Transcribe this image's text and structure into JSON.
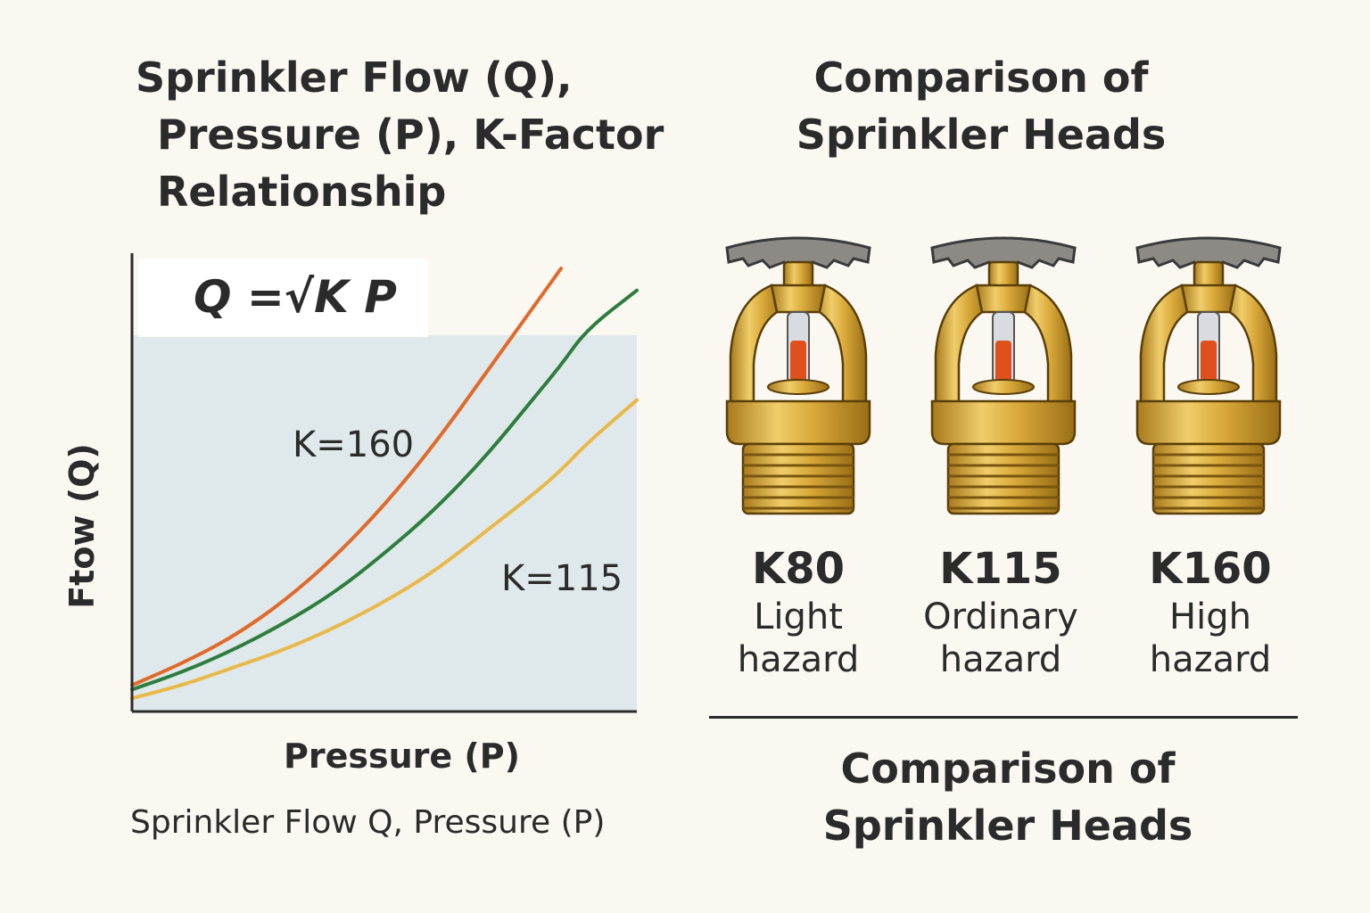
{
  "left_title": {
    "line1": "Sprinkler Flow (Q),",
    "line2": "Pressure (P), K-Factor",
    "line3": "Relationship"
  },
  "right_title": {
    "line1": "Comparison of",
    "line2": "Sprinkler Heads"
  },
  "bottom_title": {
    "line1": "Comparison of",
    "line2": "Sprinkler Heads"
  },
  "equation": "Q =√K P",
  "caption": "Sprinkler Flow Q, Pressure (P)",
  "chart_data": {
    "type": "line",
    "xlabel": "Pressure (P)",
    "ylabel": "Ftow (Q)",
    "x": [
      0,
      0.1,
      0.2,
      0.3,
      0.4,
      0.5,
      0.6,
      0.7,
      0.8,
      0.85,
      0.9,
      1.0
    ],
    "xlim": [
      0,
      1
    ],
    "ylim": [
      0,
      1
    ],
    "series": [
      {
        "values": [
          0.06,
          0.11,
          0.17,
          0.25,
          0.35,
          0.47,
          0.61,
          0.77,
          0.93,
          1.01,
          null,
          null
        ],
        "color": "#e06a2b"
      },
      {
        "values": [
          0.05,
          0.09,
          0.14,
          0.2,
          0.27,
          0.36,
          0.46,
          0.58,
          0.72,
          0.79,
          0.87,
          0.96
        ],
        "color": "#2e7d3e"
      },
      {
        "values": [
          0.03,
          0.06,
          0.1,
          0.14,
          0.19,
          0.25,
          0.32,
          0.41,
          0.5,
          0.55,
          0.61,
          0.71
        ],
        "color": "#e8b84a"
      }
    ],
    "annotations": [
      {
        "text": "K=160"
      },
      {
        "text": "K=115"
      }
    ],
    "shaded_region_color": "#dfe8ea",
    "grid": false
  },
  "heads": [
    {
      "k": "K80",
      "desc_line1": "Light",
      "desc_line2": "hazard"
    },
    {
      "k": "K115",
      "desc_line1": "Ordinary",
      "desc_line2": "hazard"
    },
    {
      "k": "K160",
      "desc_line1": "High",
      "desc_line2": "hazard"
    }
  ],
  "colors": {
    "brass": "#d9a93a",
    "brass_dark": "#a87a1c",
    "deflector": "#8d8a86",
    "bulb_liquid": "#e0501c"
  }
}
